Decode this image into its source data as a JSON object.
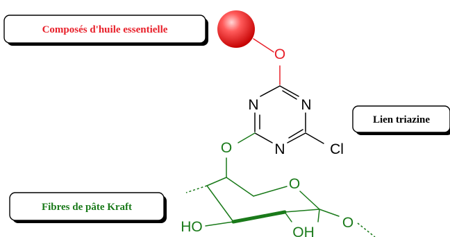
{
  "labels": {
    "essential_oil": "Composés d'huile essentielle",
    "triazine_link": "Lien triazine",
    "kraft_fibers": "Fibres de pâte Kraft"
  },
  "atoms": {
    "o_top": "O",
    "n_left": "N",
    "n_right": "N",
    "n_bottom": "N",
    "cl": "Cl",
    "o_link": "O",
    "o_ring": "O",
    "ho": "HO",
    "oh": "OH",
    "o_glyco": "O"
  },
  "colors": {
    "essential_oil": "#e8202a",
    "triazine": "#000000",
    "kraft": "#1a7a1a"
  }
}
